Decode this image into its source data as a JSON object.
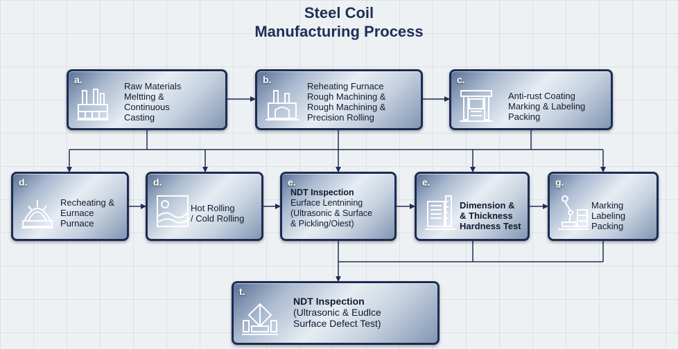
{
  "title": {
    "line1": "Steel Coil",
    "line2": "Manufacturing Process"
  },
  "nodes": {
    "a": {
      "letter": "a.",
      "line1": "Raw Materials",
      "line2": "Meltting &",
      "line3": "Continuous",
      "line4": "Casting",
      "icon": "factory-icon"
    },
    "b": {
      "letter": "b.",
      "line1": "Reheating Furnace",
      "line2": "Rough Machining &",
      "line3": "Rough Machining &",
      "line4": "Precision Rolling",
      "icon": "furnace-icon"
    },
    "c": {
      "letter": "c.",
      "line1": "Anti-rust Coating",
      "line2": "Marking & Labeling",
      "line3": "Packing",
      "icon": "press-machine-icon"
    },
    "d1": {
      "letter": "d.",
      "line1": "Recheating &",
      "line2": "Eurnace",
      "line3": "Purnace",
      "icon": "furnace-arch-icon"
    },
    "d2": {
      "letter": "d.",
      "line1": "Hot Rolling",
      "line2": "/ Cold Rolling",
      "icon": "rolling-chart-icon"
    },
    "e1": {
      "letter": "e.",
      "line1": "NDT Inspection",
      "line2": "Eurface Lentnining",
      "line3": "(Ultrasonic & Surface",
      "line4": "& Pickling/Oiest)"
    },
    "e2": {
      "letter": "e.",
      "line1": "Dimension &",
      "line2": "& Thickness",
      "line3": "Hardness Test",
      "icon": "measurement-icon"
    },
    "g": {
      "letter": "g.",
      "line1": "Marking",
      "line2": "Labeling",
      "line3": "Packing",
      "icon": "robot-arm-icon"
    },
    "t": {
      "letter": "t.",
      "line1": "NDT Inspection",
      "line2": "(Ultrasonic & Eudlce",
      "line3": "Surface Defect Test)",
      "icon": "inspection-icon"
    }
  },
  "colors": {
    "node_border": "#1c2b52",
    "connector": "#1e2d55",
    "title": "#1e2f55"
  }
}
